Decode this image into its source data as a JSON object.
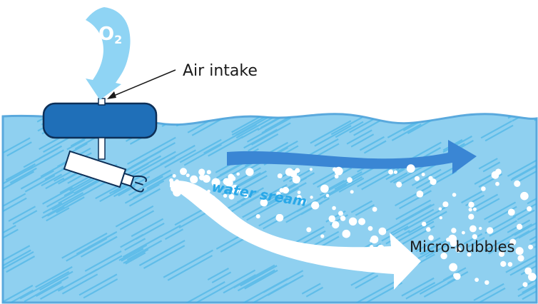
{
  "diagram": {
    "o2_symbol": "O",
    "o2_subscript": "2",
    "labels": {
      "air_intake": "Air intake",
      "water_stream": "water sream",
      "micro_bubbles": "Micro-bubbles"
    },
    "colors": {
      "tank_outline": "#5aa9dd",
      "water_fill": "#8fd0f0",
      "water_scribble": "#3aaee4",
      "float_fill": "#1f6fb8",
      "float_outline": "#0d2f57",
      "o2_arrow": "#8fd4f4",
      "flow_arrow": "#3a86d4",
      "water_stream_text": "#29a8e8",
      "bubble": "#ffffff"
    }
  }
}
